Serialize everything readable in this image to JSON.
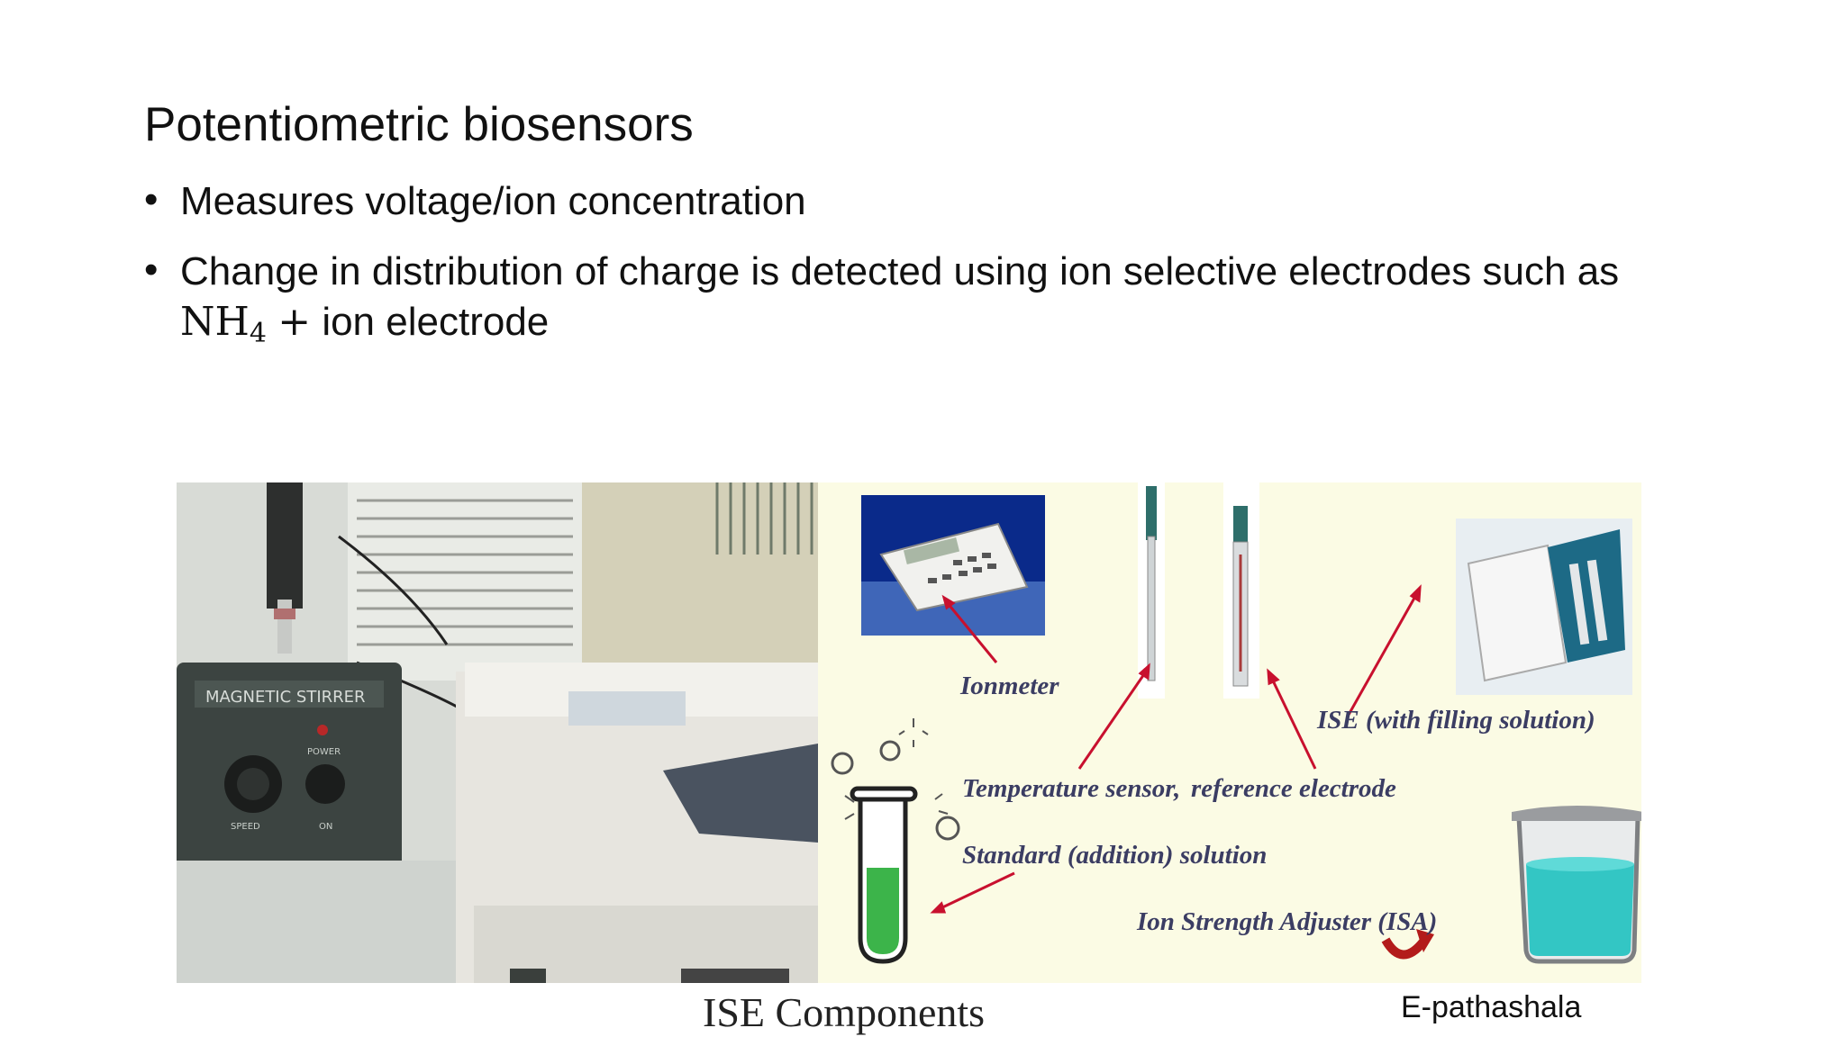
{
  "slide": {
    "title": "Potentiometric biosensors",
    "bullets": [
      {
        "text": "Measures voltage/ion concentration"
      },
      {
        "text": "Change in distribution of charge is detected using ion selective electrodes such as",
        "math_base": "NH",
        "math_sub": "4",
        "math_op": "+",
        "continuation": "ion electrode"
      }
    ]
  },
  "figure": {
    "photo": {
      "stirrer_label": "MAGNETIC STIRRER",
      "power_label": "POWER",
      "speed_label": "SPEED",
      "on_label": "ON"
    },
    "diagram": {
      "labels": {
        "ionmeter": "Ionmeter",
        "ise": "ISE (with filling solution)",
        "temperature_sensor": "Temperature sensor,",
        "reference_electrode": "reference electrode",
        "standard_solution": "Standard (addition) solution",
        "isa": "Ion Strength Adjuster (ISA)"
      },
      "colors": {
        "background": "#fbfbe4",
        "arrow": "#c8102e",
        "label": "#3b3d63",
        "test_tube_liquid": "#3cb44a",
        "beaker_liquid": "#33c6c4"
      }
    },
    "caption": "ISE Components",
    "credit": "E-pathashala"
  },
  "icons": {
    "bullet": "bullet-dot",
    "arrow": "red-arrow-icon",
    "curved_arrow": "curved-arrow-icon"
  }
}
